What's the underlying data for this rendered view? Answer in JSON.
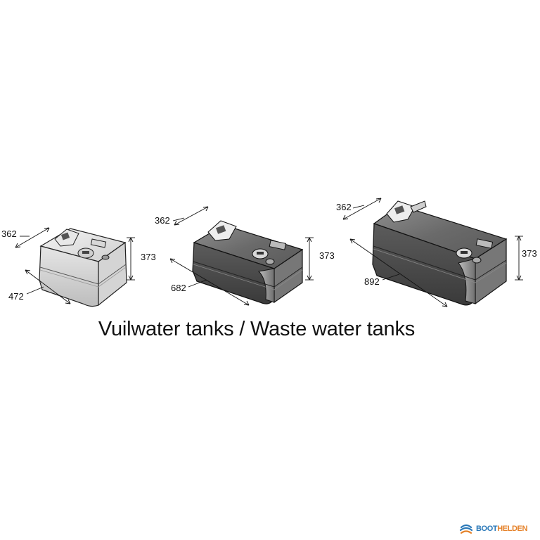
{
  "caption": "Vuilwater tanks / Waste water tanks",
  "tanks": [
    {
      "width": "362",
      "length": "472",
      "height": "373"
    },
    {
      "width": "362",
      "length": "682",
      "height": "373"
    },
    {
      "width": "362",
      "length": "892",
      "height": "373"
    }
  ],
  "brand": {
    "part1": "BOOT",
    "part2": "HELDEN"
  },
  "colors": {
    "tank_light": "#dcdcdc",
    "tank_dark": "#4a4a4a",
    "brand_blue": "#2a78b8",
    "brand_orange": "#e5822a"
  }
}
